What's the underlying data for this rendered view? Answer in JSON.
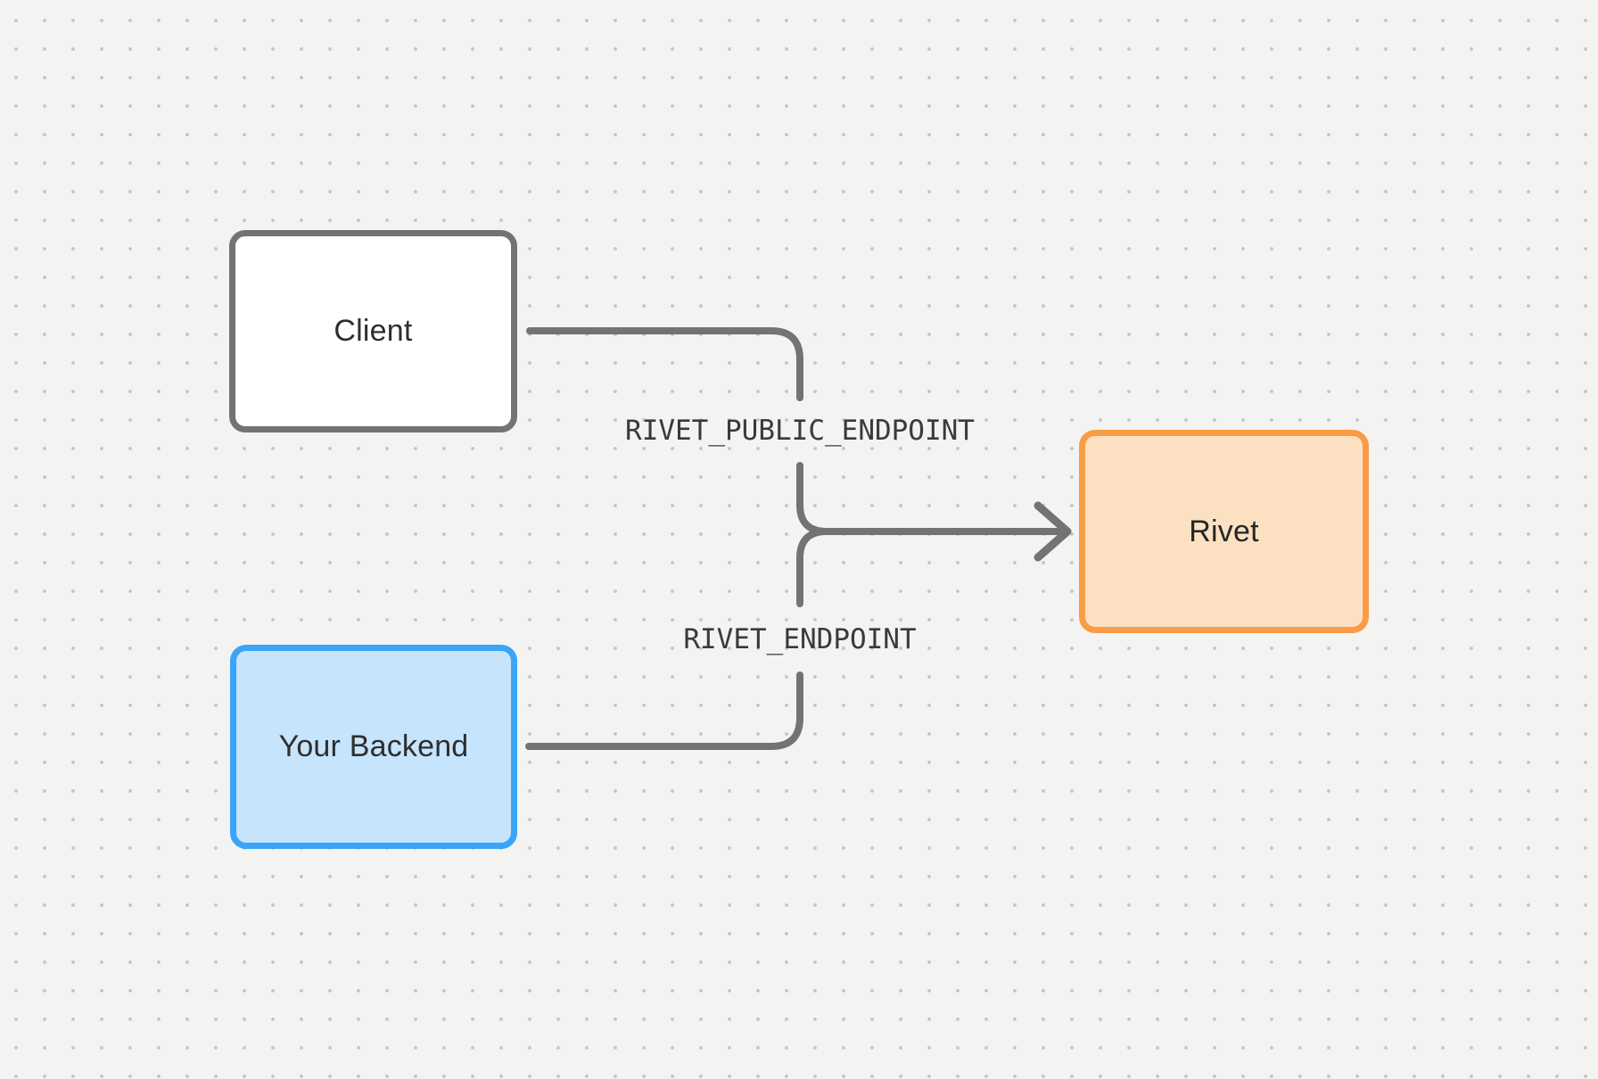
{
  "canvas": {
    "background_color": "#f3f3f2",
    "dot_grid_color": "#c6c5c3"
  },
  "nodes": {
    "client": {
      "label": "Client",
      "fill": "#ffffff",
      "border_color": "#737373"
    },
    "backend": {
      "label": "Your Backend",
      "fill": "#c6e4fc",
      "border_color": "#3aa5f8"
    },
    "rivet": {
      "label": "Rivet",
      "fill": "#fce0c2",
      "border_color": "#f89d45"
    }
  },
  "connectors": {
    "color": "#737373",
    "labels": {
      "public_endpoint": "RIVET_PUBLIC_ENDPOINT",
      "endpoint": "RIVET_ENDPOINT"
    }
  }
}
